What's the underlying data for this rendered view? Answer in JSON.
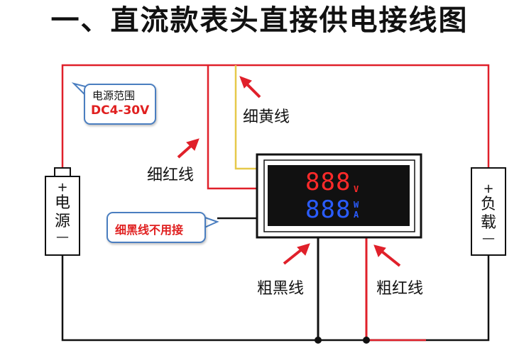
{
  "title": "一、直流款表头直接供电接线图",
  "power_source": {
    "label_chars": [
      "电",
      "源"
    ],
    "plus": "+",
    "minus": "—"
  },
  "load": {
    "label_chars": [
      "负",
      "载"
    ],
    "plus": "+",
    "minus": "—"
  },
  "power_range_note": {
    "line1": "电源范围",
    "line2": "DC4-30V"
  },
  "black_thin_note": "细黑线不用接",
  "wire_labels": {
    "thin_yellow": "细黄线",
    "thin_red": "细红线",
    "thick_black": "粗黑线",
    "thick_red": "粗红线"
  },
  "meter": {
    "top_digits": "888",
    "top_unit": "V",
    "bottom_digits": "888",
    "bottom_unit_1": "W",
    "bottom_unit_2": "A"
  },
  "colors": {
    "red_wire": "#e0202a",
    "black_wire": "#111111",
    "yellow_wire": "#e6c94a",
    "arrow": "#e0202a",
    "bubble_border": "#4a7ec0",
    "top_display": "#ff2a2a",
    "bottom_display": "#2a5cff"
  }
}
